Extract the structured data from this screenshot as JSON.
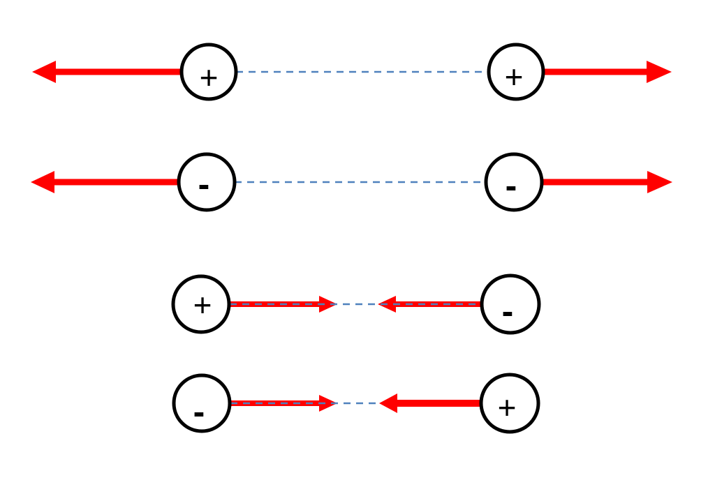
{
  "colors": {
    "force_arrow": "#ff0000",
    "distance_line": "#4f81bd",
    "charge_outline": "#000000",
    "charge_fill": "#ffffff",
    "charge_sign": "#000000"
  },
  "rows": [
    {
      "left_charge": "+",
      "right_charge": "+",
      "interaction": "repulsion",
      "forces": "outward, away from each other"
    },
    {
      "left_charge": "-",
      "right_charge": "-",
      "interaction": "repulsion",
      "forces": "outward, away from each other"
    },
    {
      "left_charge": "+",
      "right_charge": "-",
      "interaction": "attraction",
      "forces": "inward, toward each other"
    },
    {
      "left_charge": "-",
      "right_charge": "+",
      "interaction": "attraction",
      "forces": "inward, toward each other"
    }
  ]
}
